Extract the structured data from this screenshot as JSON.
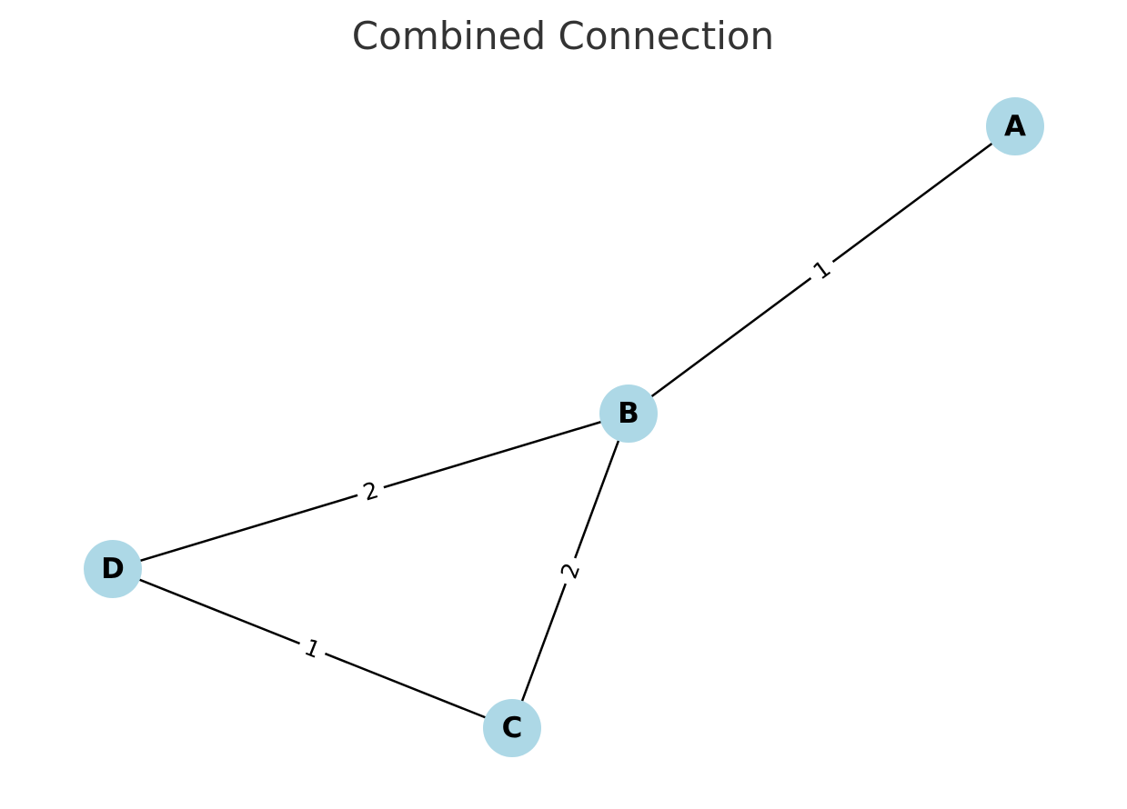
{
  "title": "Combined Connection",
  "colors": {
    "node_fill": "#add8e6",
    "edge": "#000000",
    "title": "#333333"
  },
  "nodes": [
    {
      "id": "A",
      "label": "A"
    },
    {
      "id": "B",
      "label": "B"
    },
    {
      "id": "C",
      "label": "C"
    },
    {
      "id": "D",
      "label": "D"
    }
  ],
  "edges": [
    {
      "source": "A",
      "target": "B",
      "label": "1"
    },
    {
      "source": "B",
      "target": "D",
      "label": "2"
    },
    {
      "source": "B",
      "target": "C",
      "label": "2"
    },
    {
      "source": "D",
      "target": "C",
      "label": "1"
    }
  ]
}
